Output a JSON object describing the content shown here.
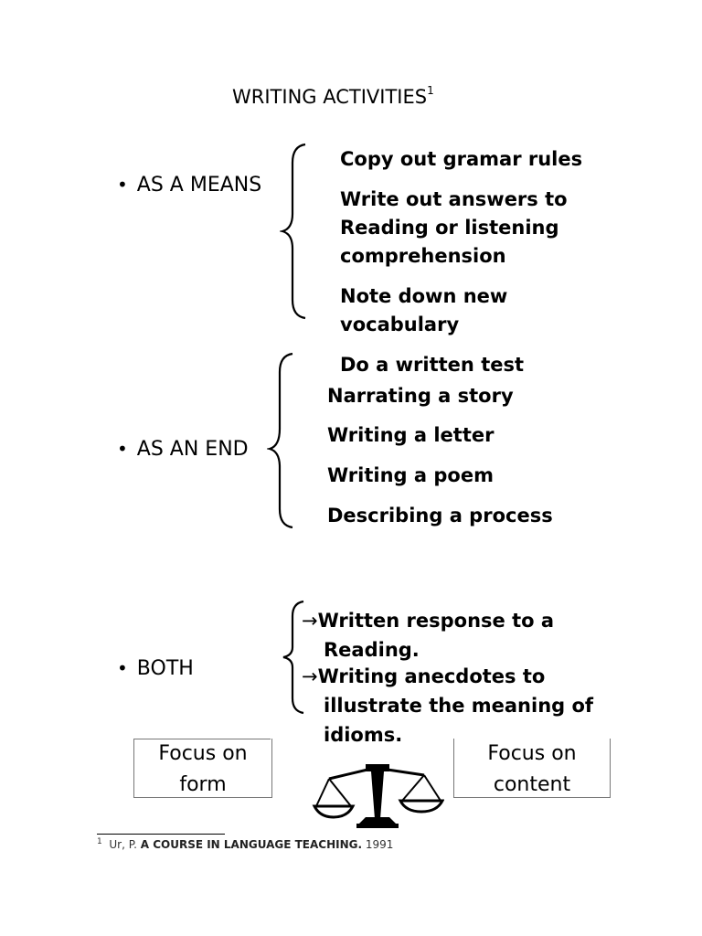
{
  "title": "WRITING ACTIVITIES",
  "title_footnote_mark": "1",
  "sections": {
    "means": {
      "bullet": "•",
      "label": "AS A MEANS",
      "items": [
        "Copy out gramar rules",
        "Write out answers to",
        "Reading or listening",
        "comprehension",
        "Note down new",
        "vocabulary",
        "Do a written test"
      ]
    },
    "end": {
      "bullet": "•",
      "label": "AS AN END",
      "items": [
        "Narrating a story",
        "Writing a letter",
        "Writing a poem",
        "Describing a process"
      ]
    },
    "both": {
      "bullet": "•",
      "label": "BOTH",
      "arrow": "→",
      "items": [
        "Written response to a",
        "Reading.",
        "Writing anecdotes to",
        "illustrate the meaning of",
        "idioms."
      ]
    }
  },
  "focus": {
    "left_line1": "Focus on",
    "left_line2": "form",
    "right_line1": "Focus on",
    "right_line2": "content",
    "scale_icon": "balance-scale-icon"
  },
  "footnote": {
    "mark": "1",
    "author": "Ur, P.",
    "book": "A COURSE IN LANGUAGE TEACHING.",
    "year": "1991"
  }
}
